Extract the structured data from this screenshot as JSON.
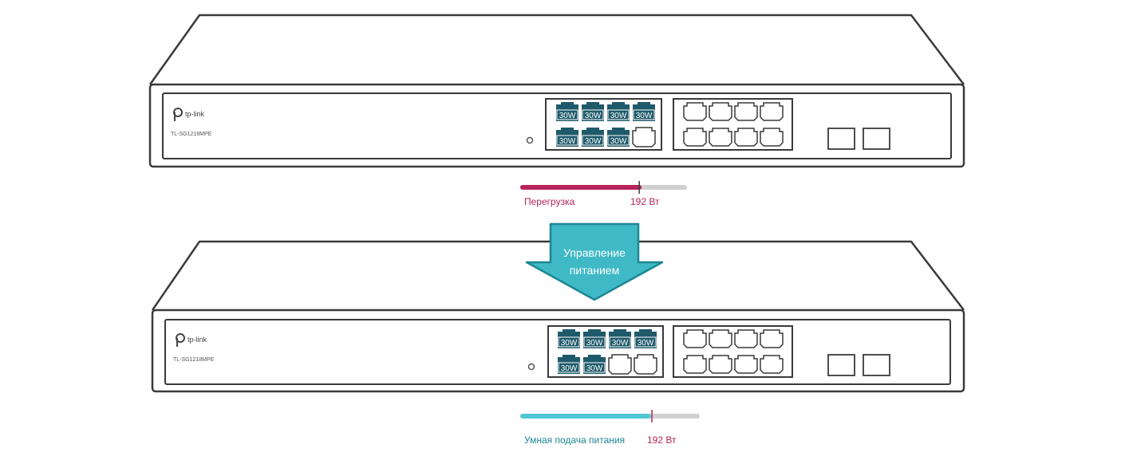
{
  "colors": {
    "outline": "#3a3a3a",
    "port_active": "#1f5a6b",
    "overload": "#b5245a",
    "smart": "#4fc7d4",
    "bar_track": "#cfcfcf",
    "arrow_fill": "#3fb9c6",
    "arrow_stroke": "#1d8795"
  },
  "switches": [
    {
      "id": "top",
      "brand": "tp-link",
      "model": "TL-SG1218MPE",
      "poe_ports": [
        "30W",
        "30W",
        "30W",
        "30W",
        "30W",
        "30W",
        "30W",
        ""
      ],
      "power_bar": {
        "fill_fraction": 0.72,
        "marker_fraction": 0.72,
        "fill_color": "#b5245a"
      },
      "bar_label": "Перегрузка",
      "bar_value": "192 Вт"
    },
    {
      "id": "bottom",
      "brand": "tp-link",
      "model": "TL-SG1218MPE",
      "poe_ports": [
        "30W",
        "30W",
        "30W",
        "30W",
        "30W",
        "30W",
        "",
        ""
      ],
      "power_bar": {
        "fill_fraction": 0.72,
        "marker_fraction": 0.74,
        "fill_color": "#4fc7d4"
      },
      "bar_label": "Умная подача питания",
      "bar_value": "192 Вт"
    }
  ],
  "arrow": {
    "line1": "Управление",
    "line2": "питанием"
  }
}
